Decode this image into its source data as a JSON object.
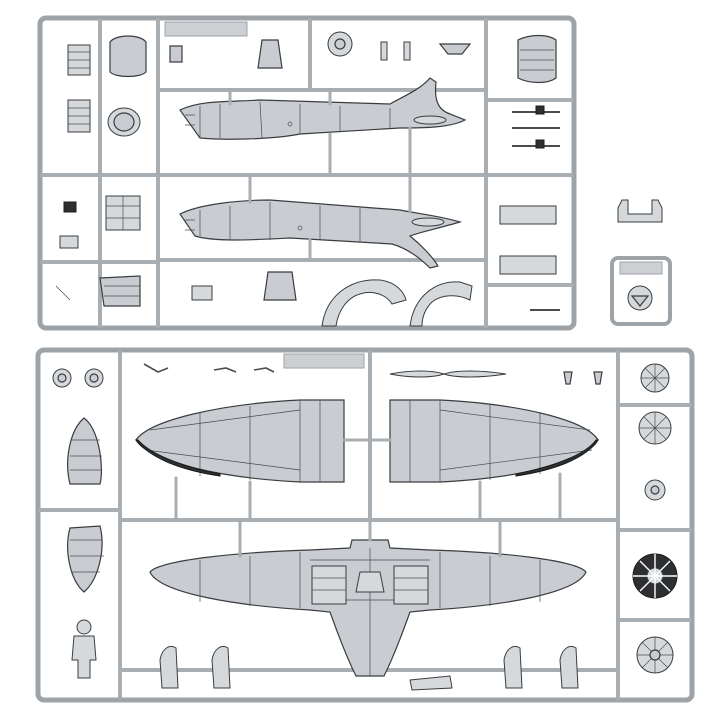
{
  "image": {
    "description_visible_text": []
  },
  "sprues": [
    {
      "id": "upper",
      "parts": [
        "fuselage-half-left",
        "fuselage-half-right",
        "cockpit-parts",
        "wheel-wells",
        "canopy-parts",
        "guns"
      ]
    },
    {
      "id": "lower",
      "parts": [
        "wing-upper-left",
        "wing-upper-right",
        "wing-lower",
        "rudder-parts",
        "engine-cylinders",
        "propeller",
        "pilot-figure",
        "wheels"
      ]
    }
  ],
  "colors": {
    "frame": "#9ea3a8",
    "part_fill": "#c9ccd0",
    "outline": "#3a3d40",
    "dark_part": "#2d2f31"
  }
}
